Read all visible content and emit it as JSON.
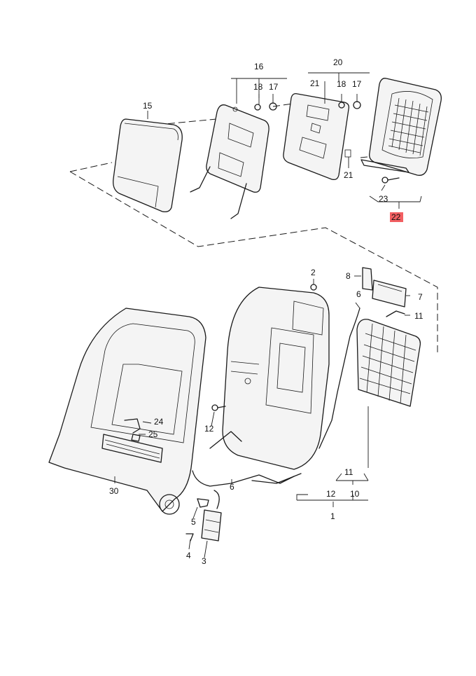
{
  "callouts": {
    "c1": "1",
    "c2": "2",
    "c3": "3",
    "c4": "4",
    "c5": "5",
    "c6a": "6",
    "c6b": "6",
    "c7": "7",
    "c8": "8",
    "c10": "10",
    "c11a": "11",
    "c11b": "11",
    "c12a": "12",
    "c12b": "12",
    "c15": "15",
    "c16": "16",
    "c17a": "17",
    "c17b": "17",
    "c18a": "18",
    "c18b": "18",
    "c20": "20",
    "c21a": "21",
    "c21b": "21",
    "c22": "22",
    "c23": "23",
    "c24": "24",
    "c25": "25",
    "c30": "30"
  },
  "highlight_color": "#f25f62",
  "line_color": "#1a1a1a"
}
